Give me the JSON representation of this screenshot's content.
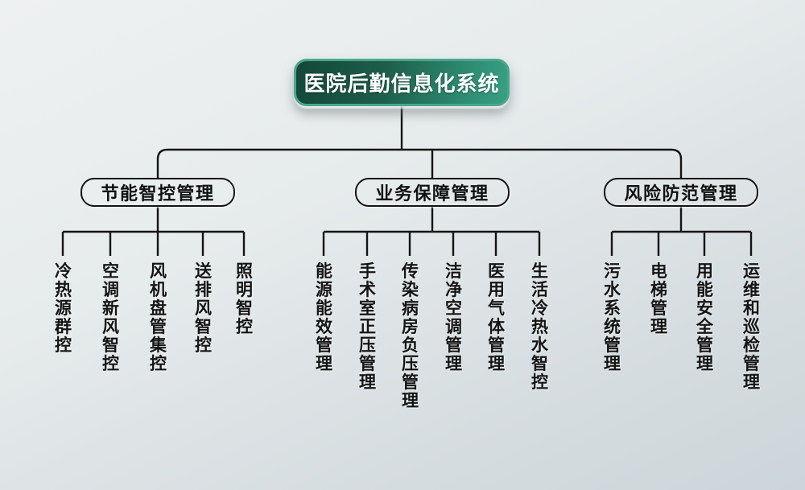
{
  "diagram": {
    "root": {
      "label": "医院后勤信息化系统"
    },
    "branches": [
      {
        "label": "节能智控管理",
        "leaves": [
          "冷热源群控",
          "空调新风智控",
          "风机盘管集控",
          "送排风智控",
          "照明智控"
        ]
      },
      {
        "label": "业务保障管理",
        "leaves": [
          "能源能效管理",
          "手术室正压管理",
          "传染病房负压管理",
          "洁净空调管理",
          "医用气体管理",
          "生活冷热水智控"
        ]
      },
      {
        "label": "风险防范管理",
        "leaves": [
          "污水系统管理",
          "电梯管理",
          "用能安全管理",
          "运维和巡检管理"
        ]
      }
    ],
    "colors": {
      "root_fill_dark": "#144839",
      "root_fill_light": "#38a085",
      "root_border": "#4aa68d",
      "root_text": "#ffffff",
      "line": "#141414",
      "node_text": "#111111",
      "background_top": "#eef1f1",
      "background_bottom": "#ccd5da"
    }
  }
}
